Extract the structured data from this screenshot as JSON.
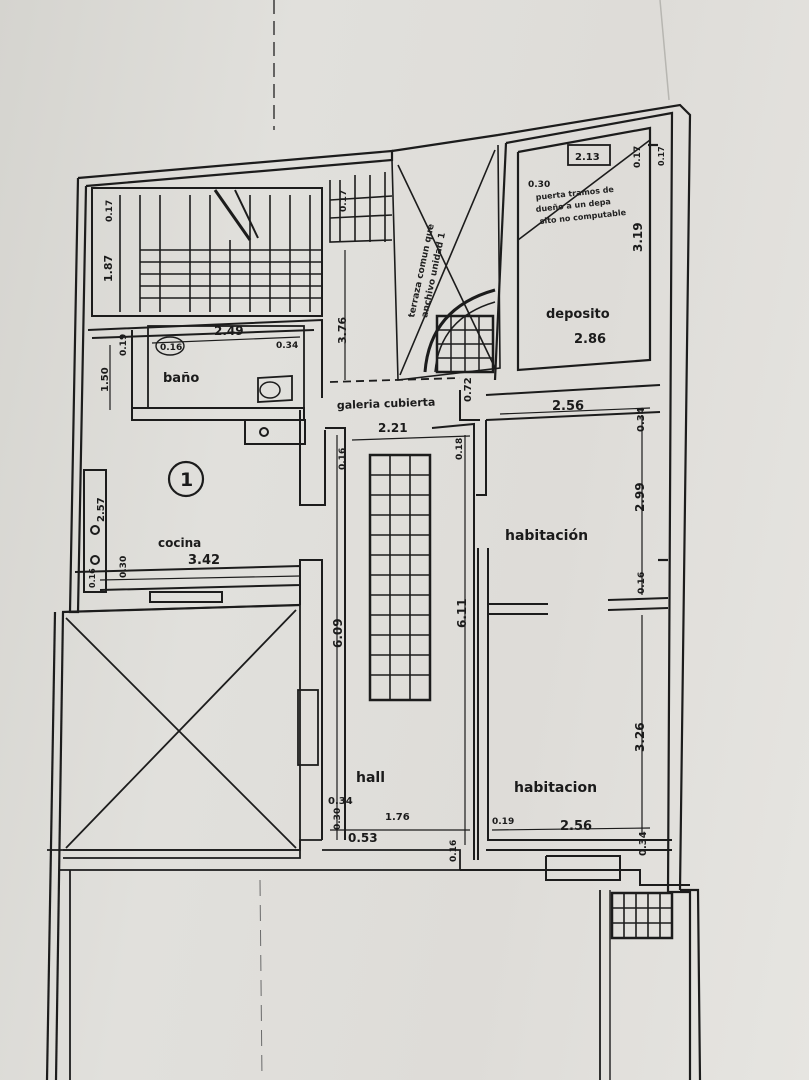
{
  "rooms": {
    "bano": "baño",
    "galeria": "galeria cubierta",
    "cocina": "cocina",
    "habitacion_1": "habitación",
    "habitacion_2": "habitacion",
    "hall": "hall",
    "deposito": "deposito"
  },
  "unit_number": "1",
  "notes": {
    "terraza_line1": "terraza comun que",
    "terraza_line2": "anchivo unidad 1",
    "deposito_line1": "puerta tramos de",
    "deposito_line2": "dueño a un depa",
    "deposito_line3": "sito no computable"
  },
  "dimensions": {
    "stair_left_1": "1.87",
    "stair_left_2": "0.17",
    "stair_right": "0.17",
    "bath_width": "2.49",
    "bath_circle": "0.16",
    "bath_inner": "0.34",
    "bath_side": "0.19",
    "bath_height": "1.50",
    "gallery_height": "3.76",
    "gallery_width": "2.21",
    "gallery_right": "0.72",
    "wall_a": "0.16",
    "wall_b": "0.18",
    "kitchen_left_1": "2.57",
    "kitchen_left_2": "0.30",
    "kitchen_left_3": "0.16",
    "kitchen_width": "3.42",
    "hall_height_left": "6.09",
    "hall_height_right": "6.11",
    "hall_bottom_1": "0.34",
    "hall_bottom_2": "0.30",
    "hall_width": "1.76",
    "hall_bottom_3": "0.53",
    "hall_bottom_4": "0.16",
    "deposit_top": "2.13",
    "deposit_left": "0.30",
    "deposit_right_1": "0.17",
    "deposit_right_2": "0.17",
    "deposit_height": "3.19",
    "deposit_width": "2.86",
    "room1_width": "2.56",
    "room1_side": "0.34",
    "room1_height": "2.99",
    "room1_wall": "0.16",
    "room2_height": "3.26",
    "room2_left": "0.19",
    "room2_width": "2.56",
    "room2_side": "0.34"
  }
}
